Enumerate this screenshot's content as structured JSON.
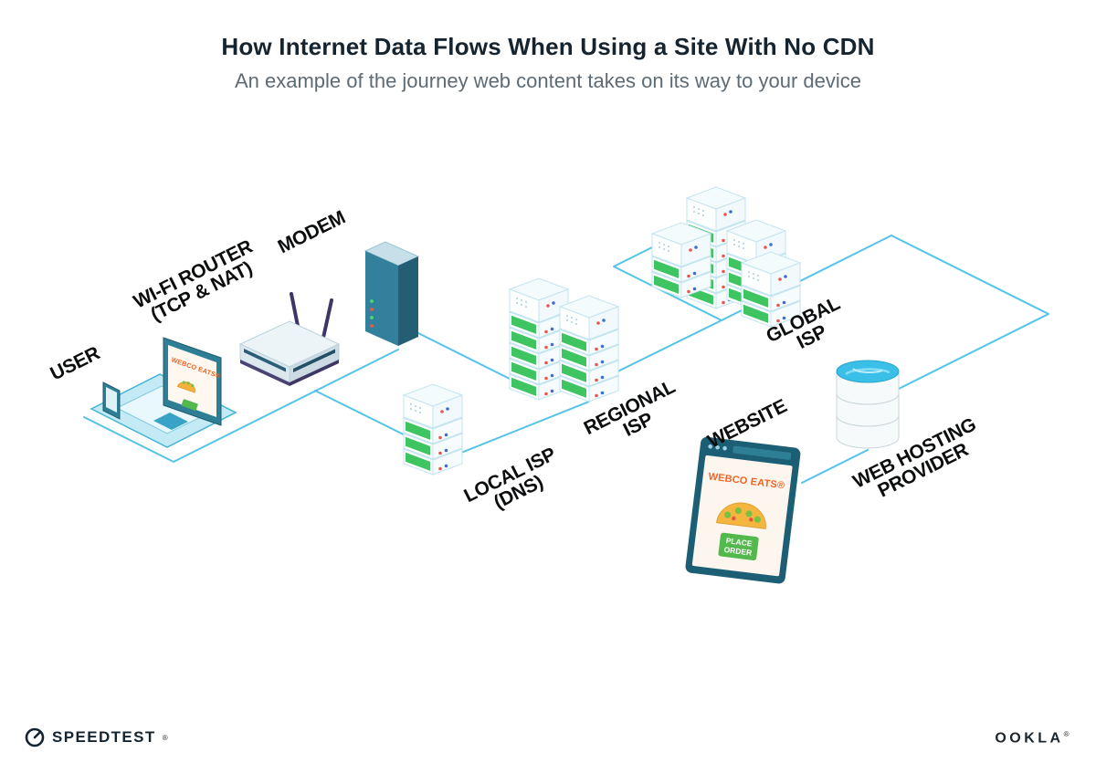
{
  "header": {
    "title": "How Internet Data Flows When Using a Site With No CDN",
    "subtitle": "An example of the journey web content takes on its way to your device"
  },
  "diagram": {
    "labels": {
      "user": "USER",
      "wifi_router_line1": "WI-FI ROUTER",
      "wifi_router_line2": "(TCP & NAT)",
      "modem": "MODEM",
      "local_isp_line1": "LOCAL ISP",
      "local_isp_line2": "(DNS)",
      "regional_isp_line1": "REGIONAL",
      "regional_isp_line2": "ISP",
      "global_isp_line1": "GLOBAL",
      "global_isp_line2": "ISP",
      "website": "WEBSITE",
      "web_hosting_line1": "WEB HOSTING",
      "web_hosting_line2": "PROVIDER"
    },
    "screens": {
      "laptop_site_name": "WEBCO EATS®",
      "website_site_name": "WEBCO EATS®",
      "order_button_line1": "PLACE",
      "order_button_line2": "ORDER"
    },
    "colors": {
      "connector_blue": "#54C3E8",
      "server_green": "#3FC462",
      "device_teal": "#2E7E96",
      "brand_orange": "#F26322",
      "button_green": "#53B94C"
    }
  },
  "footer": {
    "speedtest_label": "SPEEDTEST",
    "speedtest_mark": "®",
    "ookla_label": "OOKLA",
    "ookla_mark": "®"
  }
}
